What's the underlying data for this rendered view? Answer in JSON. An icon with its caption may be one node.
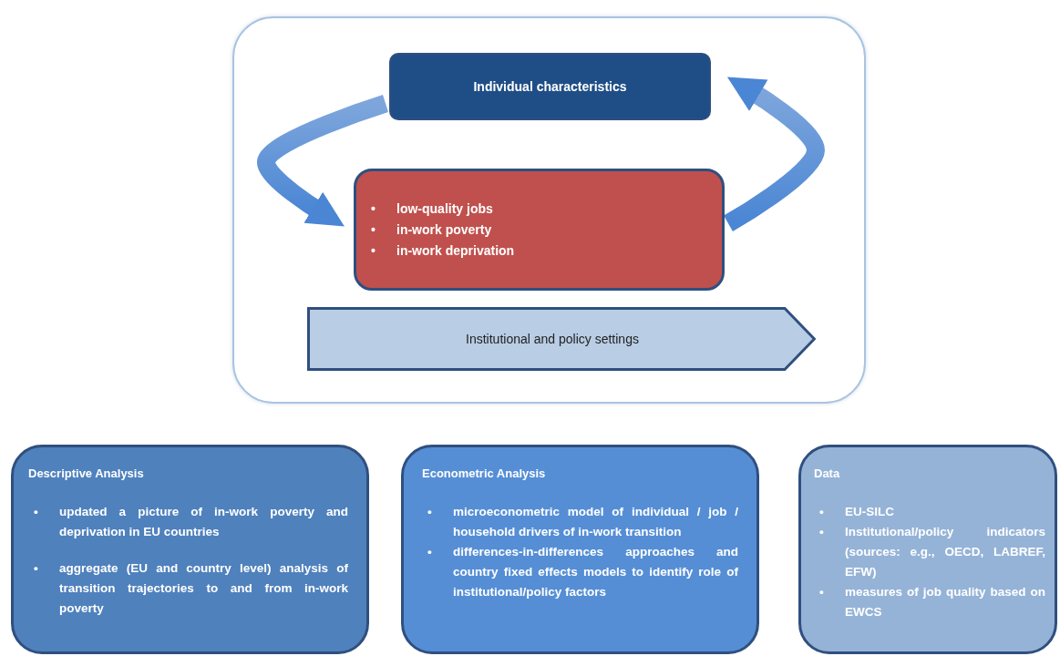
{
  "diagram": {
    "nodes": [
      {
        "text": [],
        "shape": "box"
      },
      {
        "text": [
          "Individual characteristics"
        ],
        "in": 0
      },
      {
        "text": [
          "• low-quality jobs",
          "• in-work poverty",
          "• in-work deprivation"
        ],
        "in": 0
      },
      {
        "text": [
          "Institutional and policy settings"
        ],
        "in": 0
      },
      {
        "text": [
          "Descriptive Analysis",
          "• updated a picture of in-work poverty and deprivation in EU countries",
          "• aggregate (EU and country level) analysis of transition trajectories to and from in-work poverty"
        ]
      },
      {
        "text": [
          "Econometric Analysis",
          "• microeconometric model of individual / job / household drivers of in-work transition",
          "• differences-in-differences approaches and country fixed effects models to identify role of institutional/policy factors"
        ]
      },
      {
        "text": [
          "Data",
          "• EU-SILC",
          "• Institutional/policy indicators (sources: e.g., OECD, LABREF, EFW)",
          "• measures of job quality based on EWCS"
        ]
      }
    ],
    "edges": [
      {
        "from": 1,
        "to": 2,
        "arrow": "to",
        "style": "thick"
      },
      {
        "from": 2,
        "to": 1,
        "arrow": "to",
        "style": "thick"
      }
    ]
  }
}
